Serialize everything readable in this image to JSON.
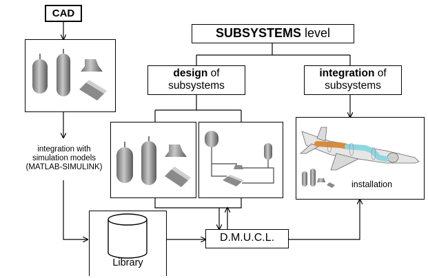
{
  "cad": "CAD",
  "subsystems": {
    "bold": "SUBSYSTEMS",
    "rest": " level"
  },
  "design": {
    "bold": "design",
    "rest": " of",
    "line2": "subsystems"
  },
  "integration": {
    "bold": "integration",
    "rest": " of",
    "line2": "subsystems"
  },
  "sim_label": {
    "line1": "integration with",
    "line2": "simulation models",
    "line3": "(MATLAB-SIMULINK)"
  },
  "installation": "installation",
  "library": "Library",
  "dmucl": "D.M.U.C.L.",
  "colors": {
    "stroke": "#000000",
    "shape_fill": "#9a9a9a",
    "pipe_orange": "#d98a3a",
    "pipe_cyan": "#8fd6e0",
    "aircraft": "#e6e6e6"
  }
}
